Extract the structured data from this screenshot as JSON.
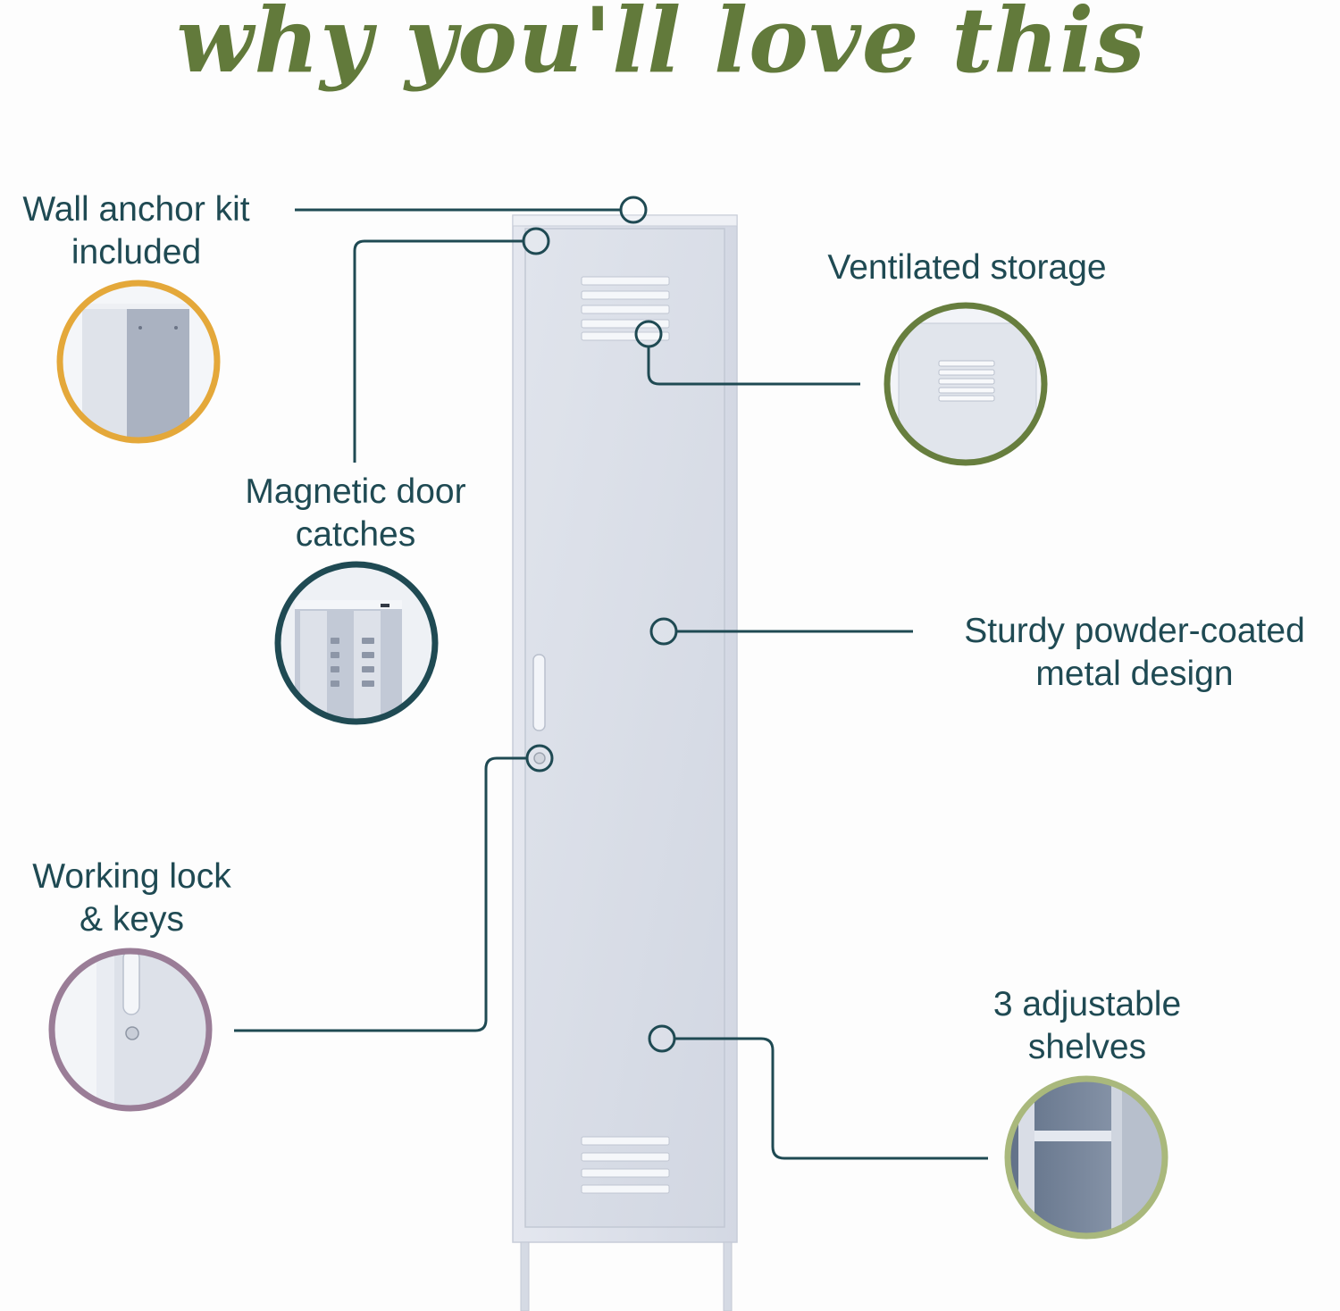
{
  "title": "why you'll love this",
  "colors": {
    "title": "#627a3b",
    "text": "#1f4a53",
    "leader_line": "#1f4a53",
    "wall_anchor_ring": "#e4a83a",
    "magnetic_ring": "#1f4a53",
    "ventilated_ring": "#677e3e",
    "lock_ring": "#9a7d97",
    "shelves_ring": "#a9b87c",
    "locker_body": "#d9dde7"
  },
  "features": [
    {
      "id": "wall-anchor",
      "line1": "Wall anchor kit",
      "line2": "included",
      "icon": "wall-anchor-detail-icon"
    },
    {
      "id": "magnetic",
      "line1": "Magnetic door",
      "line2": "catches",
      "icon": "magnetic-catch-detail-icon"
    },
    {
      "id": "ventilated",
      "line1": "Ventilated storage",
      "line2": "",
      "icon": "vent-louvers-detail-icon"
    },
    {
      "id": "sturdy",
      "line1": "Sturdy powder-coated",
      "line2": "metal design",
      "icon": ""
    },
    {
      "id": "lock",
      "line1": "Working lock",
      "line2": "& keys",
      "icon": "lock-handle-detail-icon"
    },
    {
      "id": "shelves",
      "line1": "3 adjustable",
      "line2": "shelves",
      "icon": "shelf-interior-detail-icon"
    }
  ]
}
